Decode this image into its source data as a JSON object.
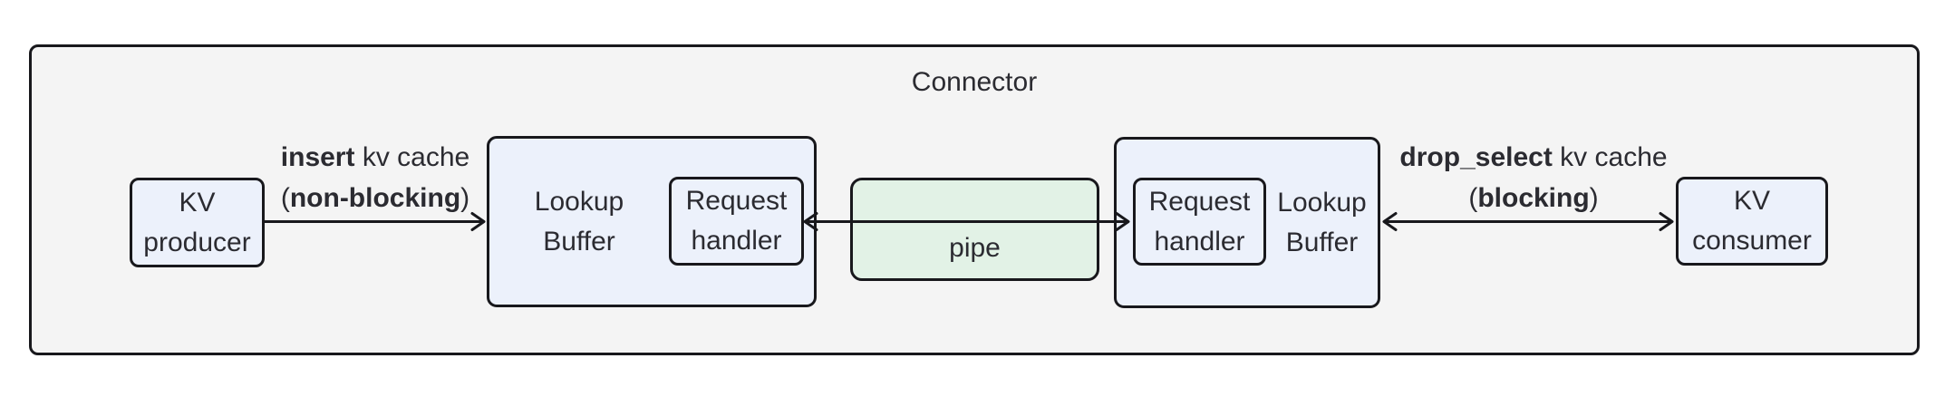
{
  "diagram": {
    "container_label": "Connector",
    "kv_producer": {
      "label_line1": "KV",
      "label_line2": "producer"
    },
    "lookup_buffer_left": {
      "label_line1": "Lookup",
      "label_line2": "Buffer",
      "request_handler": {
        "label_line1": "Request",
        "label_line2": "handler"
      }
    },
    "pipe": {
      "label": "pipe"
    },
    "lookup_buffer_right": {
      "label_line1": "Lookup",
      "label_line2": "Buffer",
      "request_handler": {
        "label_line1": "Request",
        "label_line2": "handler"
      }
    },
    "kv_consumer": {
      "label_line1": "KV",
      "label_line2": "consumer"
    },
    "edge_insert": {
      "method": "insert",
      "suffix": "kv cache",
      "open_paren": "(",
      "mode": "non-blocking",
      "close_paren": ")"
    },
    "edge_drop_select": {
      "method": "drop_select",
      "suffix": "kv cache",
      "open_paren": "(",
      "mode": "blocking",
      "close_paren": ")"
    }
  },
  "colors": {
    "canvas": "#ffffff",
    "container_fill": "#f4f4f4",
    "node_fill": "#ecf1fb",
    "pipe_fill": "#e2f2e6",
    "border": "#18181c",
    "text": "#2b2b31"
  }
}
